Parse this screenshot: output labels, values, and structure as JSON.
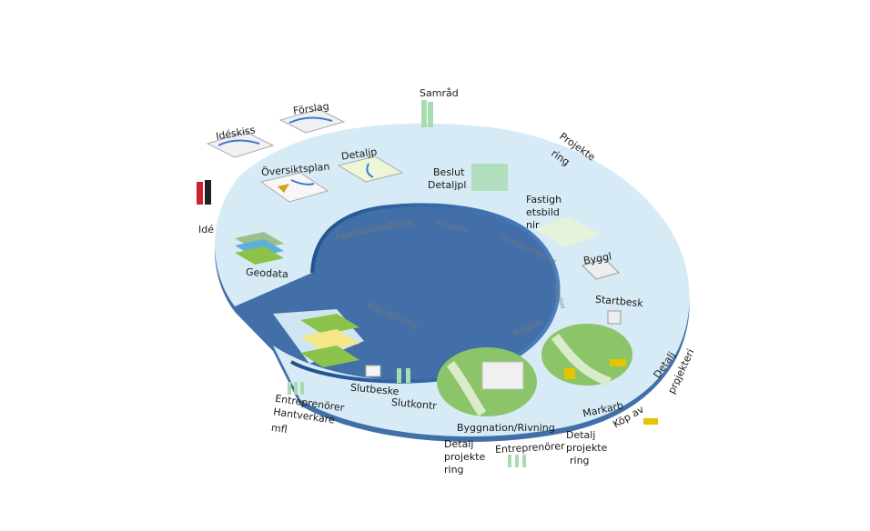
{
  "diagram": {
    "title": "Samhällsbyggnadsprocessen",
    "phases": {
      "markanvandning": "Markanvändning",
      "detaljplan": "Detaljplan",
      "fastighetsbildning": "Fastighetsbildning",
      "bygglov": "Bygglov",
      "byggfas": "Byggfas",
      "forvaltning": "Förvaltning"
    },
    "steps_on_ring": {
      "oversiktsplan": "Översiktsplan",
      "detaljp": "Detaljp",
      "beslut_detaljpl": [
        "Beslut",
        "Detaljpl"
      ],
      "fastighetsbildning": [
        "Fastigh",
        "etsbild",
        "nir"
      ],
      "byggl": "Byggl",
      "startbesk": "Startbesk",
      "geodata": "Geodata",
      "markarb": "Markarb",
      "byggnation_rivning": "Byggnation/Rivning",
      "slutbeske": "Slutbeske",
      "slutkontr": "Slutkontr"
    },
    "outer_labels": {
      "ideskiss": "Idéskiss",
      "forslag": "Förslag",
      "samrad": "Samråd",
      "projektering": [
        "Projekte",
        "ring"
      ],
      "ide": "Idé",
      "detalj_projektering_right": [
        "Detalj",
        "projekteri",
        "..."
      ],
      "kop_av": "Köp av",
      "detalj_projektering_bottom_right": [
        "Detalj",
        "projekte",
        "ring"
      ],
      "entreprenorer_bottom": "Entreprenörer",
      "detalj_projektering_bottom": [
        "Detalj",
        "projekte",
        "ring"
      ],
      "entreprenorer_left": [
        "Entreprenörer",
        "Hantverkare",
        "mfl"
      ]
    },
    "colors": {
      "ring_fill": "#d6ebf5",
      "ring_edge": "#2f5f9e",
      "green_area": "#8cc46a",
      "figure_green": "#a8dcb0"
    }
  }
}
